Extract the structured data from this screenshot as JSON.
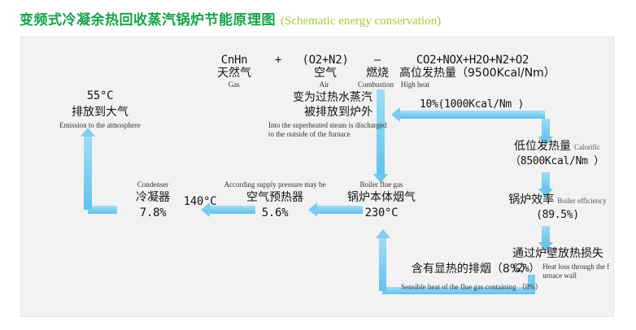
{
  "title": {
    "cn": "变频式冷凝余热回收蒸汽锅炉节能原理图",
    "en": "(Schematic energy conservation)"
  },
  "reaction": {
    "formula_left": "CnHn",
    "plus": "+",
    "air_formula": "(O2+N2)",
    "dash": "—",
    "products": "CO2+NOX+H2O+N2+O2",
    "gas_cn": "天然气",
    "gas_en": "Gas",
    "air_cn": "空气",
    "air_en": "Air",
    "combustion_cn": "燃烧",
    "combustion_en": "Combustion",
    "highheat_cn": "高位发热量（9500Kcal/Nm）",
    "highheat_en": "High heat"
  },
  "nodes": {
    "emission": {
      "temp": "55°C",
      "cn": "排放到大气",
      "en": "Emission to the atmosphere"
    },
    "superheated": {
      "cn_line1": "变为过热水蒸汽",
      "cn_line2": "被排放到炉外",
      "en_line1": "Into the superheated steam is discharged",
      "en_line2": "to the outside of the furnace"
    },
    "recovery_label": "10%(1000Kcal/Nm )",
    "calorific": {
      "cn": "低位发热量",
      "en": "Calorific",
      "value": "（8500Kcal/Nm ）"
    },
    "boiler_efficiency": {
      "cn": "锅炉效率",
      "en": "Boiler efficiency",
      "value": "(89.5%)"
    },
    "wall_loss": {
      "cn": "通过炉壁放热损失",
      "value": "（2%）",
      "en_line1": "Heat loss through the f",
      "en_line2": "urnace wall"
    },
    "flue_gas": {
      "en": "Boiler flue gas",
      "cn": "锅炉本体烟气",
      "temp": "230°C"
    },
    "sensible_heat": {
      "cn": "含有显热的排烟（8%）",
      "en": "Sensible heat of the flue gas containing （8%）"
    },
    "air_preheater": {
      "en": "According supply pressure may be",
      "cn": "空气预热器",
      "value": "5.6%"
    },
    "mid_temp": "140°C",
    "condenser": {
      "en": "Condenser",
      "cn": "冷凝器",
      "value": "7.8%"
    }
  },
  "colors": {
    "title_cn": "#16a34a",
    "title_en": "#a8c83c",
    "arrow": "#79cdef",
    "panel_bg": "#f2f2f2"
  }
}
